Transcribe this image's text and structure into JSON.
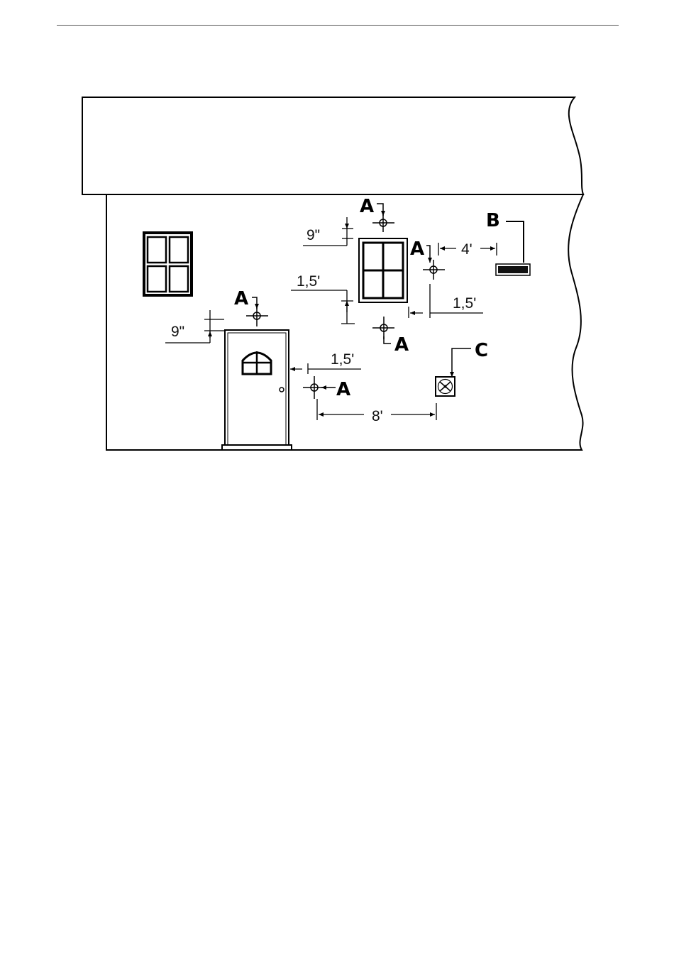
{
  "callouts": {
    "a_window_top": "A",
    "a_window_right": "A",
    "a_window_bottom": "A",
    "a_door_top": "A",
    "a_door_right": "A",
    "b": "B",
    "c": "C"
  },
  "dimensions": {
    "window_above": "9\"",
    "window_below": "1,5'",
    "window_to_b": "4'",
    "window_side": "1,5'",
    "door_above": "9\"",
    "door_side": "1,5'",
    "door_to_c": "8'"
  }
}
